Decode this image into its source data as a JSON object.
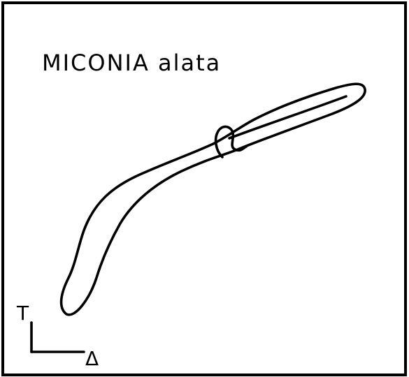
{
  "title": "MICONIA alata",
  "axes": {
    "vertical_label": "T",
    "horizontal_label": "Δ"
  },
  "style": {
    "ink_color": "#000000",
    "background_color": "#ffffff"
  }
}
